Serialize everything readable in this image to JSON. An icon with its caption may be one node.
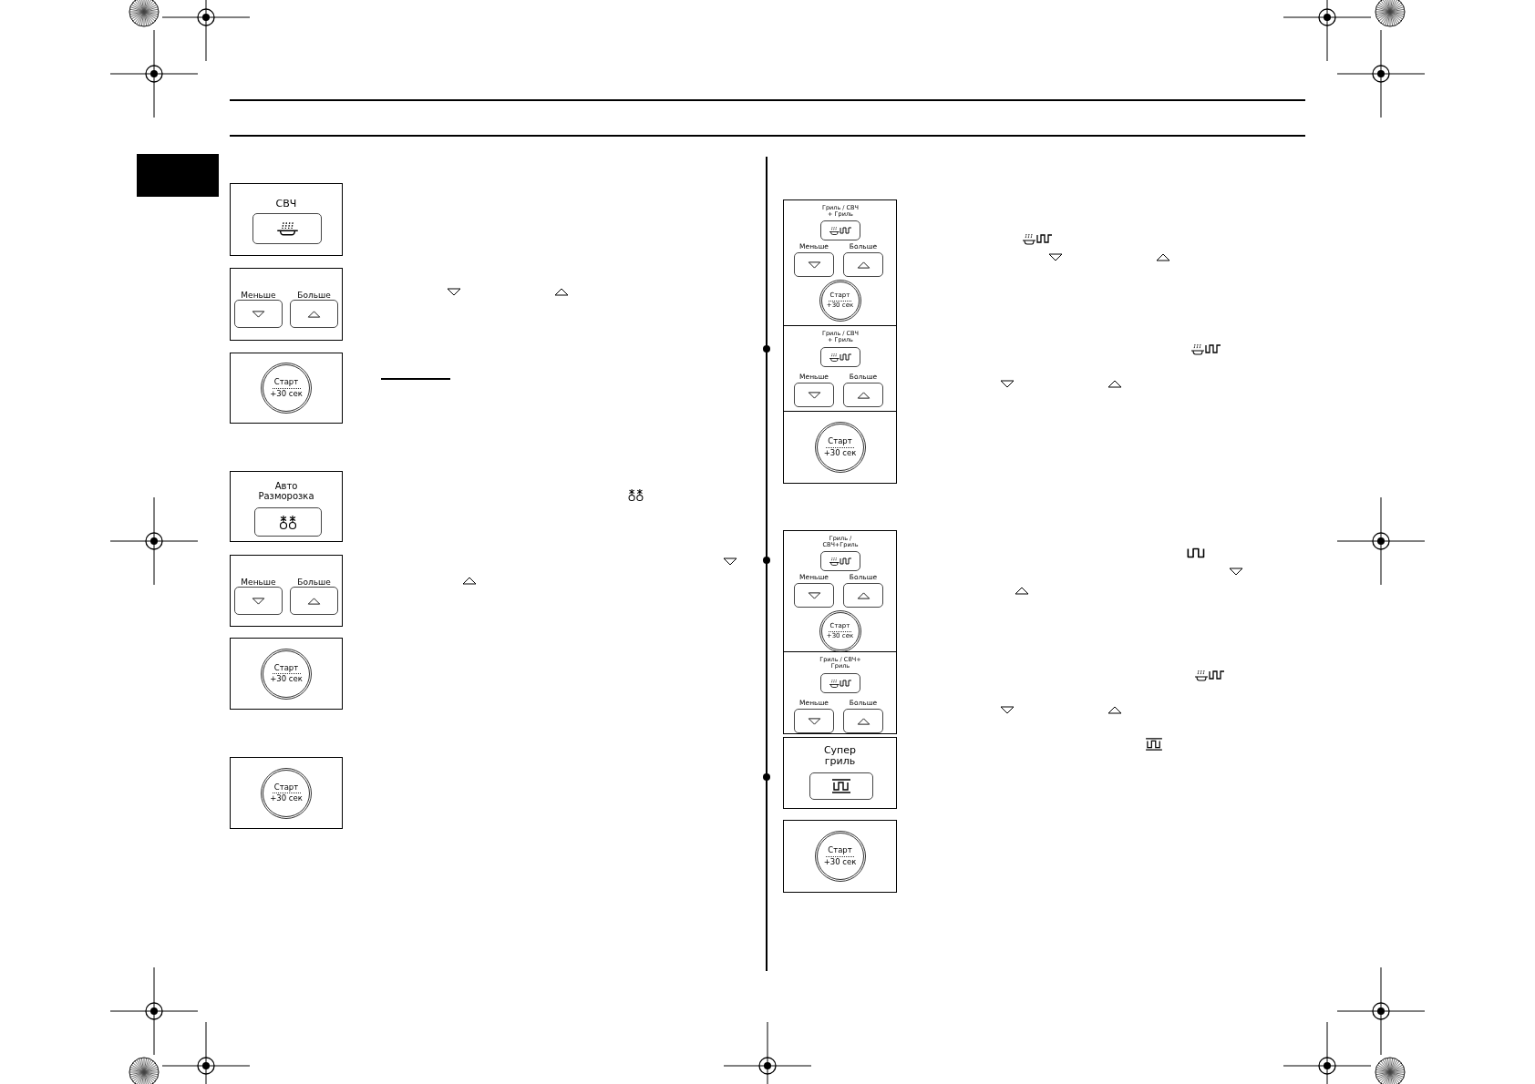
{
  "diagram": {
    "nodes": [
      {
        "text": [],
        "shape": "box"
      },
      {
        "text": [
          "СВЧ"
        ]
      },
      {
        "text": [
          "Меньше",
          "Больше"
        ]
      },
      {
        "text": [
          "Старт",
          "+30 сек"
        ]
      },
      {
        "text": [
          "Авто Разморозка"
        ]
      },
      {
        "text": [
          "Меньше",
          "Больше"
        ]
      },
      {
        "text": [
          "Старт",
          "+30 сек"
        ]
      },
      {
        "text": [
          "Старт",
          "+30 сек"
        ]
      },
      {
        "text": [
          "Гриль / СВЧ + Гриль",
          "Меньше",
          "Больше",
          "Старт",
          "+30 сек"
        ]
      },
      {
        "text": [
          "Гриль / СВЧ + Гриль",
          "Меньше",
          "Больше"
        ]
      },
      {
        "text": [
          "Старт",
          "+30 сек"
        ]
      },
      {
        "text": [
          "Гриль / СВЧ+Гриль",
          "Меньше",
          "Больше",
          "Старт",
          "+30 сек"
        ]
      },
      {
        "text": [
          "Гриль / СВЧ+ Гриль",
          "Меньше",
          "Больше"
        ]
      },
      {
        "text": [
          "Супер гриль"
        ]
      },
      {
        "text": [
          "Старт",
          "+30 сек"
        ]
      }
    ]
  }
}
